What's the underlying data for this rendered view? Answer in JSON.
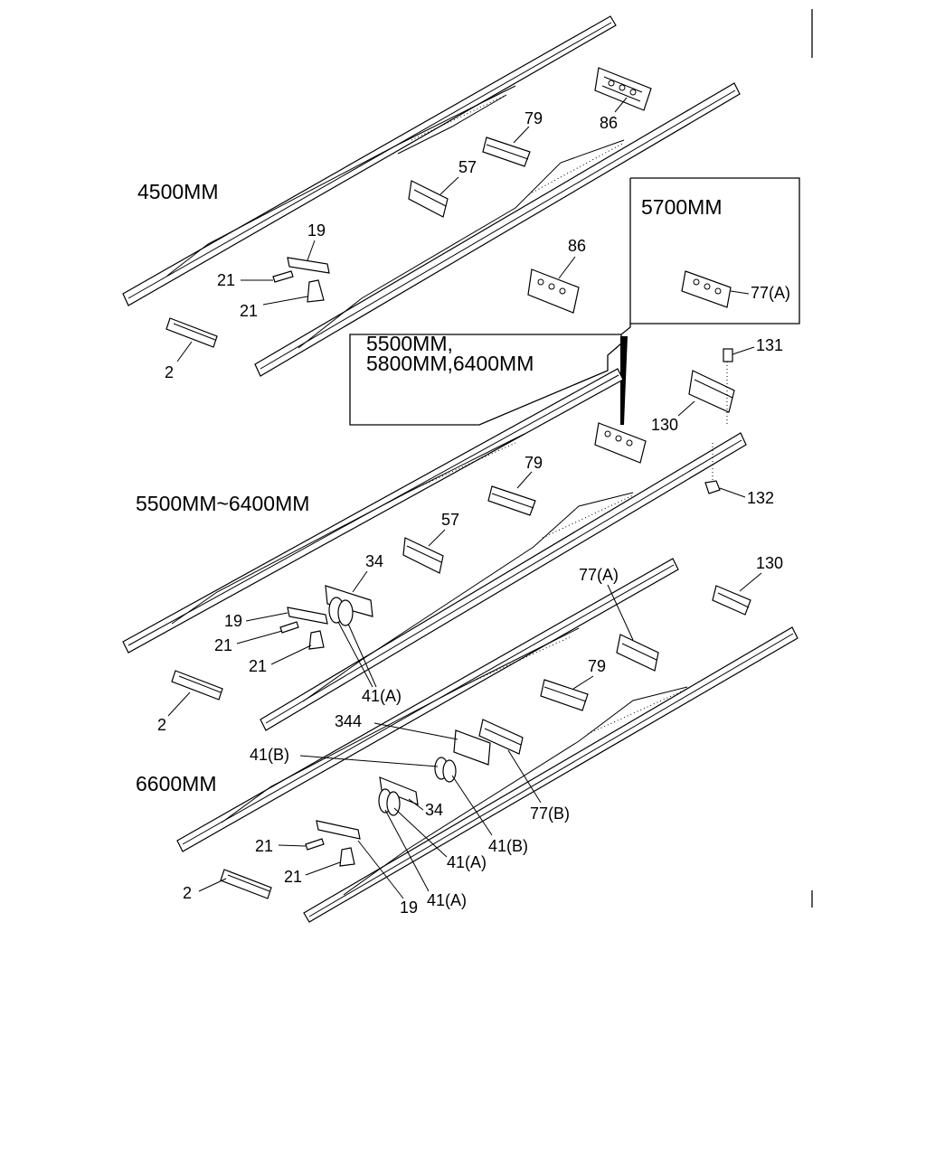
{
  "sections": {
    "s4500": "4500MM",
    "s5700": "5700MM",
    "s5500_line1": "5500MM,",
    "s5500_line2": "5800MM,6400MM",
    "s5500_6400": "5500MM~6400MM",
    "s6600": "6600MM"
  },
  "callouts": {
    "c86a": "86",
    "c79a": "79",
    "c57a": "57",
    "c19a": "19",
    "c21a": "21",
    "c21b": "21",
    "c2a": "2",
    "c86b": "86",
    "c77a_box": "77(A)",
    "c131": "131",
    "c130a": "130",
    "c132": "132",
    "c79b": "79",
    "c57b": "57",
    "c34a": "34",
    "c19b": "19",
    "c21c": "21",
    "c21d": "21",
    "c41a_1": "41(A)",
    "c2b": "2",
    "c130b": "130",
    "c77a_2": "77(A)",
    "c79c": "79",
    "c344": "344",
    "c41b_1": "41(B)",
    "c34b": "34",
    "c77b": "77(B)",
    "c41b_2": "41(B)",
    "c41a_2": "41(A)",
    "c41a_3": "41(A)",
    "c21e": "21",
    "c21f": "21",
    "c2c": "2",
    "c19c": "19"
  }
}
